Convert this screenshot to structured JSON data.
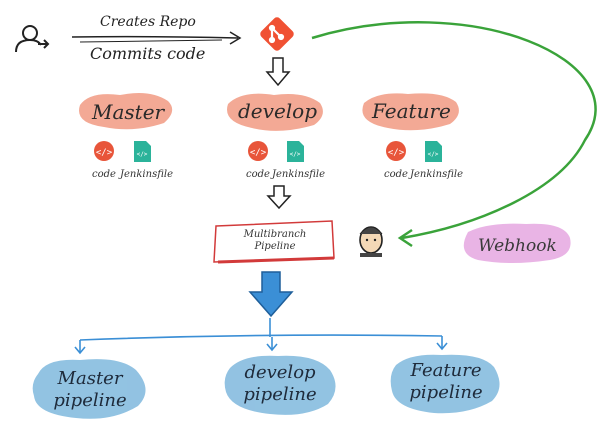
{
  "top": {
    "action_1": "Creates Repo",
    "action_2": "Commits code"
  },
  "branches": [
    {
      "name": "Master",
      "file_1": "code",
      "file_2": "Jenkinsfile"
    },
    {
      "name": "develop",
      "file_1": "code",
      "file_2": "Jenkinsfile"
    },
    {
      "name": "Feature",
      "file_1": "code",
      "file_2": "Jenkinsfile"
    }
  ],
  "multibranch": {
    "line_1": "Multibranch",
    "line_2": "Pipeline"
  },
  "webhook": {
    "label": "Webhook"
  },
  "pipelines": [
    {
      "line_1": "Master",
      "line_2": "pipeline"
    },
    {
      "line_1": "develop",
      "line_2": "pipeline"
    },
    {
      "line_1": "Feature",
      "line_2": "pipeline"
    }
  ],
  "colors": {
    "git_orange": "#f05133",
    "branch_blob": "#f2a08a",
    "code_red": "#e8553a",
    "jenkinsfile_teal": "#2bb39a",
    "webhook_green": "#3aa33a",
    "webhook_blob": "#e5a7e0",
    "multibranch_border": "#d23a3a",
    "arrow_blue": "#3b8fd6",
    "pipeline_blob": "#7fb8dd"
  },
  "icons": [
    "user-icon",
    "git-icon",
    "code-icon",
    "jenkinsfile-icon",
    "jenkins-icon"
  ]
}
